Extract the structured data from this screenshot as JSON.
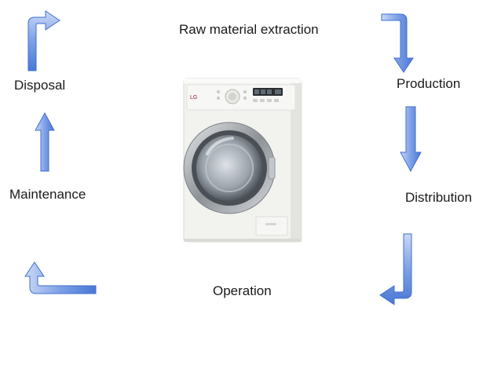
{
  "diagram": {
    "stages": {
      "raw_material": "Raw material extraction",
      "production": "Production",
      "distribution": "Distribution",
      "operation": "Operation",
      "maintenance": "Maintenance",
      "disposal": "Disposal"
    },
    "center_image": "front-loading washing machine",
    "washer_badge": "LG",
    "colors": {
      "arrow_fill_light": "#b8ccf2",
      "arrow_fill_dark": "#4a78d4",
      "arrow_stroke": "#3f6fcf",
      "label_text": "#1a1a1a",
      "washer_body": "#f2f2ef",
      "washer_chrome": "#a9adb2"
    }
  }
}
